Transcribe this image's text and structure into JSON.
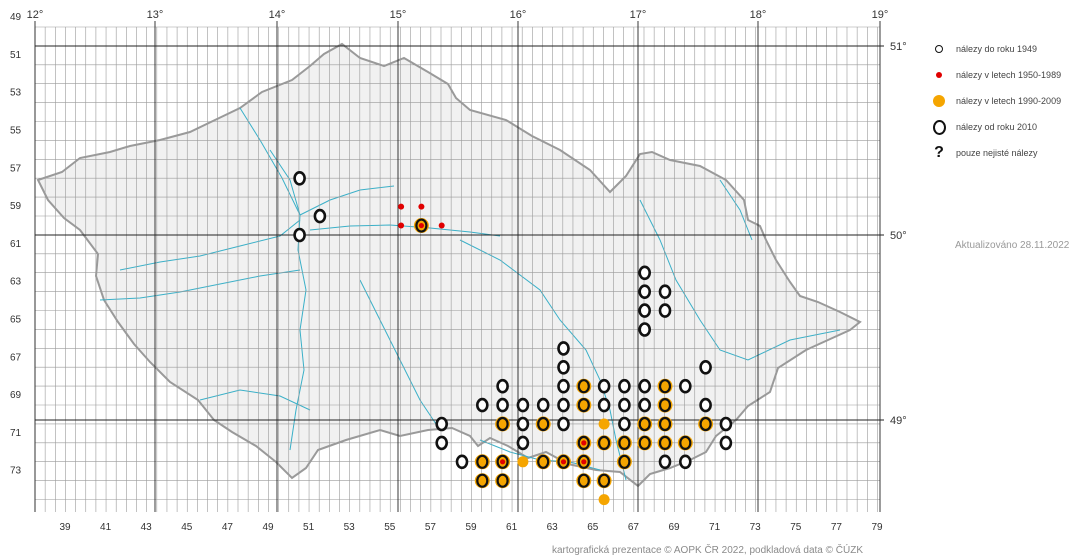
{
  "map": {
    "lon_labels": [
      "12°",
      "13°",
      "14°",
      "15°",
      "16°",
      "17°",
      "18°",
      "19°"
    ],
    "lat_labels": [
      "51°",
      "50°",
      "49°"
    ],
    "row_labels": [
      "49",
      "51",
      "53",
      "55",
      "57",
      "59",
      "61",
      "63",
      "65",
      "67",
      "69",
      "71",
      "73"
    ],
    "col_labels": [
      "39",
      "41",
      "43",
      "45",
      "47",
      "49",
      "51",
      "53",
      "55",
      "57",
      "59",
      "61",
      "63",
      "65",
      "67",
      "69",
      "71",
      "73",
      "75",
      "77",
      "79"
    ],
    "colors": {
      "grid": "#8a8a8a",
      "major_grid": "#222222",
      "rivers": "#3ab0c8",
      "border": "#9a9a9a",
      "post2010": "#111111",
      "orange": "#f5a500",
      "red": "#e00000"
    },
    "records": [
      {
        "col": 51,
        "row": 57,
        "sym": "o"
      },
      {
        "col": 52,
        "row": 59,
        "sym": "o"
      },
      {
        "col": 51,
        "row": 60,
        "sym": "o"
      },
      {
        "col": 56,
        "row": 58.5,
        "sym": "r"
      },
      {
        "col": 57,
        "row": 58.5,
        "sym": "r"
      },
      {
        "col": 56,
        "row": 59.5,
        "sym": "r"
      },
      {
        "col": 58,
        "row": 59.5,
        "sym": "r"
      },
      {
        "col": 57,
        "row": 59.5,
        "sym": "ar"
      },
      {
        "col": 68,
        "row": 62,
        "sym": "o"
      },
      {
        "col": 68,
        "row": 63,
        "sym": "o"
      },
      {
        "col": 69,
        "row": 63,
        "sym": "o"
      },
      {
        "col": 68,
        "row": 64,
        "sym": "o"
      },
      {
        "col": 69,
        "row": 64,
        "sym": "o"
      },
      {
        "col": 68,
        "row": 65,
        "sym": "o"
      },
      {
        "col": 64,
        "row": 66,
        "sym": "o"
      },
      {
        "col": 64,
        "row": 67,
        "sym": "o"
      },
      {
        "col": 71,
        "row": 67,
        "sym": "o"
      },
      {
        "col": 61,
        "row": 68,
        "sym": "o"
      },
      {
        "col": 64,
        "row": 68,
        "sym": "o"
      },
      {
        "col": 65,
        "row": 68,
        "sym": "a"
      },
      {
        "col": 66,
        "row": 68,
        "sym": "o"
      },
      {
        "col": 67,
        "row": 68,
        "sym": "o"
      },
      {
        "col": 68,
        "row": 68,
        "sym": "o"
      },
      {
        "col": 69,
        "row": 68,
        "sym": "a"
      },
      {
        "col": 70,
        "row": 68,
        "sym": "o"
      },
      {
        "col": 60,
        "row": 69,
        "sym": "o"
      },
      {
        "col": 61,
        "row": 69,
        "sym": "o"
      },
      {
        "col": 62,
        "row": 69,
        "sym": "o"
      },
      {
        "col": 63,
        "row": 69,
        "sym": "o"
      },
      {
        "col": 64,
        "row": 69,
        "sym": "o"
      },
      {
        "col": 65,
        "row": 69,
        "sym": "a"
      },
      {
        "col": 66,
        "row": 69,
        "sym": "o"
      },
      {
        "col": 67,
        "row": 69,
        "sym": "o"
      },
      {
        "col": 68,
        "row": 69,
        "sym": "o"
      },
      {
        "col": 69,
        "row": 69,
        "sym": "a"
      },
      {
        "col": 71,
        "row": 69,
        "sym": "o"
      },
      {
        "col": 58,
        "row": 70,
        "sym": "o"
      },
      {
        "col": 61,
        "row": 70,
        "sym": "a"
      },
      {
        "col": 62,
        "row": 70,
        "sym": "o"
      },
      {
        "col": 63,
        "row": 70,
        "sym": "a"
      },
      {
        "col": 64,
        "row": 70,
        "sym": "o"
      },
      {
        "col": 66,
        "row": 70,
        "sym": "d"
      },
      {
        "col": 67,
        "row": 70,
        "sym": "o"
      },
      {
        "col": 68,
        "row": 70,
        "sym": "a"
      },
      {
        "col": 69,
        "row": 70,
        "sym": "a"
      },
      {
        "col": 71,
        "row": 70,
        "sym": "a"
      },
      {
        "col": 72,
        "row": 70,
        "sym": "o"
      },
      {
        "col": 58,
        "row": 71,
        "sym": "o"
      },
      {
        "col": 62,
        "row": 71,
        "sym": "o"
      },
      {
        "col": 65,
        "row": 71,
        "sym": "ar"
      },
      {
        "col": 66,
        "row": 71,
        "sym": "a"
      },
      {
        "col": 67,
        "row": 71,
        "sym": "a"
      },
      {
        "col": 68,
        "row": 71,
        "sym": "a"
      },
      {
        "col": 69,
        "row": 71,
        "sym": "a"
      },
      {
        "col": 70,
        "row": 71,
        "sym": "a"
      },
      {
        "col": 72,
        "row": 71,
        "sym": "o"
      },
      {
        "col": 59,
        "row": 72,
        "sym": "o"
      },
      {
        "col": 60,
        "row": 72,
        "sym": "a"
      },
      {
        "col": 61,
        "row": 72,
        "sym": "ar"
      },
      {
        "col": 62,
        "row": 72,
        "sym": "d"
      },
      {
        "col": 63,
        "row": 72,
        "sym": "a"
      },
      {
        "col": 64,
        "row": 72,
        "sym": "ar"
      },
      {
        "col": 65,
        "row": 72,
        "sym": "ar"
      },
      {
        "col": 67,
        "row": 72,
        "sym": "a"
      },
      {
        "col": 69,
        "row": 72,
        "sym": "o"
      },
      {
        "col": 70,
        "row": 72,
        "sym": "o"
      },
      {
        "col": 60,
        "row": 73,
        "sym": "a"
      },
      {
        "col": 61,
        "row": 73,
        "sym": "a"
      },
      {
        "col": 65,
        "row": 73,
        "sym": "a"
      },
      {
        "col": 66,
        "row": 73,
        "sym": "a"
      },
      {
        "col": 66,
        "row": 74,
        "sym": "d"
      }
    ]
  },
  "legend": {
    "items": [
      {
        "sym": "o-small",
        "label": "nálezy do roku 1949"
      },
      {
        "sym": "red",
        "label": "nálezy v letech 1950-1989"
      },
      {
        "sym": "orange",
        "label": "nálezy v letech 1990-2009"
      },
      {
        "sym": "o-big",
        "label": "nálezy od roku 2010"
      },
      {
        "sym": "q",
        "label": "pouze nejisté nálezy"
      }
    ]
  },
  "updated": "Aktualizováno 28.11.2022",
  "credit": "kartografická prezentace © AOPK ČR 2022, podkladová data © ČÚZK"
}
